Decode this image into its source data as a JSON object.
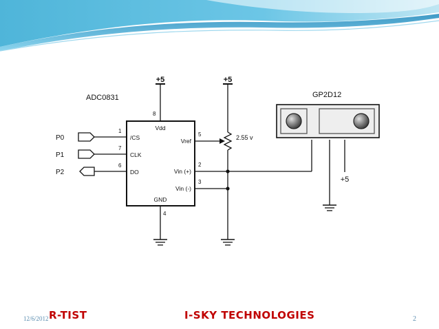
{
  "slide": {
    "footer_date": "12/6/2012",
    "footer_left": "R-TIST",
    "footer_center": "I-SKY TECHNOLOGIES",
    "page_number": "2"
  },
  "schematic": {
    "chip_name": "ADC0831",
    "sensor_name": "GP2D12",
    "supply_label_1": "+5",
    "supply_label_2": "+5",
    "supply_label_3": "+5",
    "pot_value": "2.55 v",
    "ports": [
      "P0",
      "P1",
      "P2"
    ],
    "pin_numbers": [
      "1",
      "7",
      "6",
      "8",
      "5",
      "2",
      "3",
      "4"
    ],
    "pin_names": [
      "/CS",
      "CLK",
      "DO",
      "Vdd",
      "Vref",
      "Vin (+)",
      "Vin (-)",
      "GND"
    ]
  }
}
